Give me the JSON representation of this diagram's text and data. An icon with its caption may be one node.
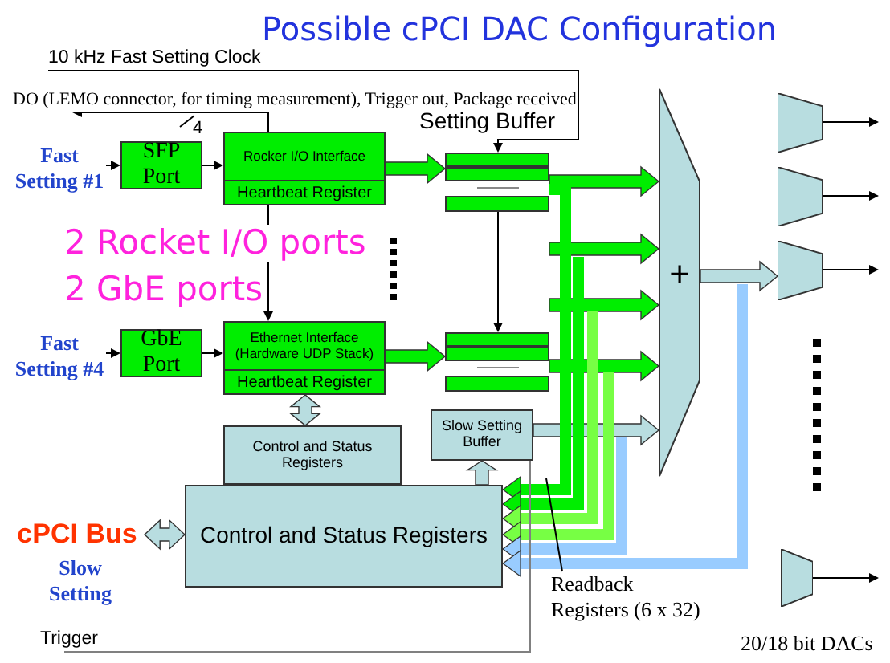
{
  "diagram": {
    "title": "Possible cPCI DAC Configuration",
    "nodes": [
      {
        "text": [
          "10 kHz Fast Setting Clock"
        ]
      },
      {
        "text": [
          "DO (LEMO connector, for timing measurement), Trigger out, Package received"
        ]
      },
      {
        "text": [
          "Fast Setting #1"
        ]
      },
      {
        "text": [
          "SFP Port"
        ]
      },
      {
        "text": [
          "Rocker I/O Interface",
          "Heartbeat Register"
        ]
      },
      {
        "text": [
          "Setting Buffer"
        ]
      },
      {
        "text": [
          "+"
        ]
      },
      {
        "text": [],
        "shape": "trapezoid"
      },
      {
        "text": [],
        "shape": "trapezoid"
      },
      {
        "text": [],
        "shape": "trapezoid"
      },
      {
        "text": [
          "Fast Setting #4"
        ]
      },
      {
        "text": [
          "GbE Port"
        ]
      },
      {
        "text": [
          "Ethernet Interface (Hardware UDP Stack)",
          "Heartbeat Register"
        ]
      },
      {
        "text": [],
        "shape": "bar"
      },
      {
        "text": [
          "Control and Status Registers"
        ]
      },
      {
        "text": [
          "Slow Setting Buffer"
        ]
      },
      {
        "text": [
          "cPCI Bus"
        ]
      },
      {
        "text": [
          "Control and Status Registers"
        ]
      },
      {
        "text": [],
        "shape": "trapezoid"
      },
      {
        "text": [
          "Readback Registers (6 x 32)"
        ]
      },
      {
        "text": [
          "Trigger"
        ]
      }
    ],
    "edges": [
      {
        "from": 0,
        "to": 5,
        "arrow": "to"
      },
      {
        "from": 4,
        "to": 1,
        "arrow": "to"
      },
      {
        "from": 2,
        "to": 3,
        "arrow": "to"
      },
      {
        "from": 3,
        "to": 4,
        "arrow": "to"
      },
      {
        "from": 4,
        "to": 5,
        "arrow": "to",
        "style": "thick",
        "color": "#00ee00"
      },
      {
        "from": 5,
        "to": 6,
        "arrow": "to",
        "style": "thick",
        "color": "#00ee00"
      },
      {
        "from": null,
        "to": 6,
        "arrow": "to",
        "style": "thick",
        "color": "#00ee00"
      },
      {
        "from": null,
        "to": 6,
        "arrow": "to",
        "style": "thick",
        "color": "#00ee00"
      },
      {
        "from": 13,
        "to": 6,
        "arrow": "to",
        "style": "thick",
        "color": "#00ee00"
      },
      {
        "from": 12,
        "to": 13,
        "arrow": "to",
        "style": "thick",
        "color": "#00ee00"
      },
      {
        "from": 15,
        "to": 6,
        "arrow": "to",
        "style": "thick",
        "color": "#b8dde0"
      },
      {
        "from": 6,
        "to": 9,
        "arrow": "to",
        "style": "thick",
        "color": "#b8dde0"
      },
      {
        "from": 7,
        "to": null,
        "arrow": "to"
      },
      {
        "from": 8,
        "to": null,
        "arrow": "to"
      },
      {
        "from": 9,
        "to": null,
        "arrow": "to"
      },
      {
        "from": 18,
        "to": null,
        "arrow": "to"
      },
      {
        "from": 10,
        "to": 11,
        "arrow": "to"
      },
      {
        "from": 11,
        "to": 12,
        "arrow": "to"
      },
      {
        "from": 4,
        "to": 12,
        "arrow": "to"
      },
      {
        "from": 5,
        "to": 13,
        "arrow": "to"
      },
      {
        "from": 12,
        "to": 14,
        "arrow": "both",
        "style": "thick",
        "color": "#b8dde0"
      },
      {
        "from": 17,
        "to": 15,
        "arrow": "to",
        "style": "thick",
        "color": "#b8dde0"
      },
      {
        "from": 16,
        "to": 17,
        "arrow": "both",
        "style": "thick",
        "color": "#b8dde0"
      },
      {
        "from": 5,
        "to": 17,
        "arrow": "to",
        "style": "thick",
        "color": "#00ee00"
      },
      {
        "from": null,
        "to": 17,
        "arrow": "to",
        "style": "thick",
        "color": "#00ee00"
      },
      {
        "from": null,
        "to": 17,
        "arrow": "to",
        "style": "thick",
        "color": "#77ff44"
      },
      {
        "from": null,
        "to": 17,
        "arrow": "to",
        "style": "thick",
        "color": "#77ff44"
      },
      {
        "from": null,
        "to": 17,
        "arrow": "to",
        "style": "thick",
        "color": "#99ccff"
      },
      {
        "from": null,
        "to": 17,
        "arrow": "to",
        "style": "thick",
        "color": "#99ccff"
      },
      {
        "from": 20,
        "to": 15,
        "arrow": "none",
        "color": "#808080"
      },
      {
        "from": 19,
        "to": null,
        "arrow": "none"
      }
    ],
    "labels": [
      "4",
      "2 Rocket I/O ports",
      "2 GbE ports",
      "Slow Setting",
      "20/18 bit DACs"
    ]
  }
}
